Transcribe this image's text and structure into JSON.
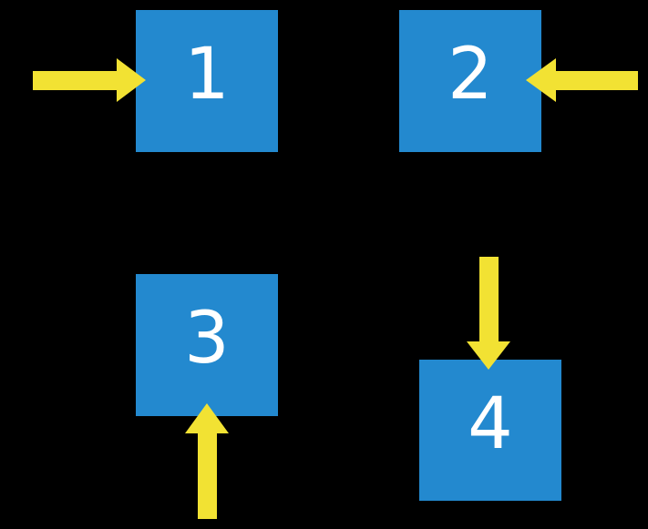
{
  "canvas": {
    "background": "#000000"
  },
  "colors": {
    "box_blue": "#2389CF",
    "arrow_yellow": "#F2E233",
    "label_white": "#FFFFFF"
  },
  "boxes": [
    {
      "label": "1",
      "arrow": {
        "direction": "right",
        "enters_from": "left"
      }
    },
    {
      "label": "2",
      "arrow": {
        "direction": "left",
        "enters_from": "right"
      }
    },
    {
      "label": "3",
      "arrow": {
        "direction": "up",
        "enters_from": "bottom"
      }
    },
    {
      "label": "4",
      "arrow": {
        "direction": "down",
        "enters_from": "top"
      }
    }
  ]
}
